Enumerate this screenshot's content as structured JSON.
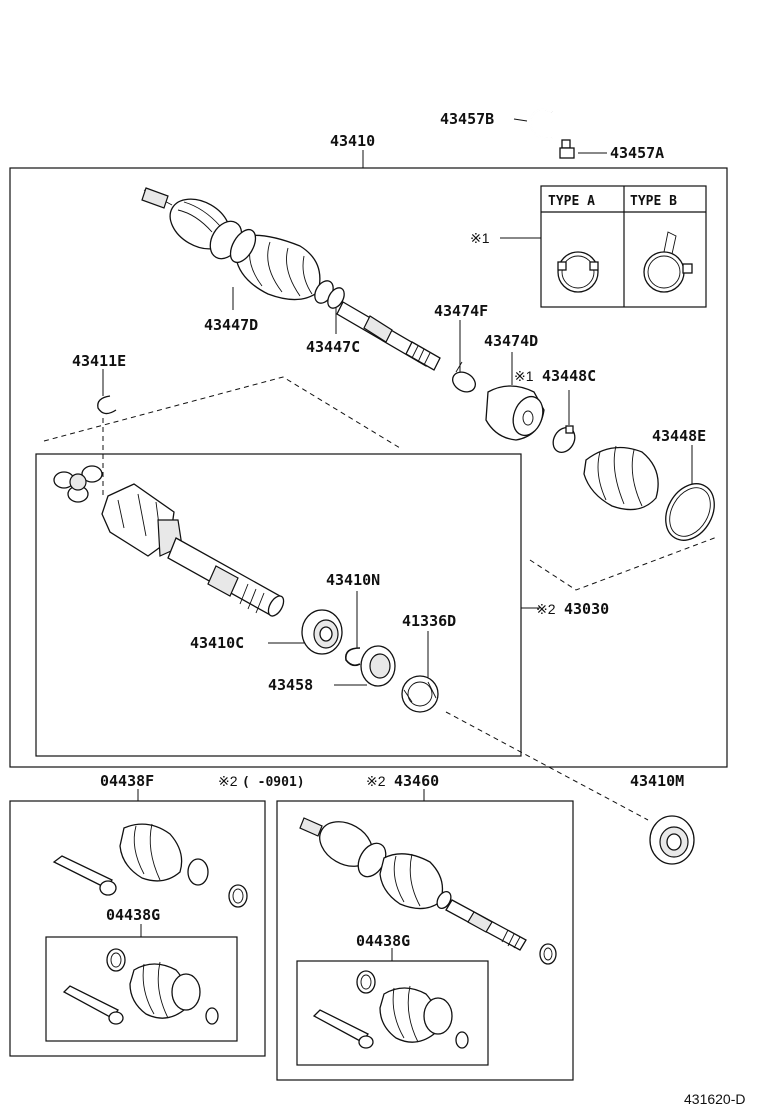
{
  "labels": {
    "p43457B": "43457B",
    "p43457A": "43457A",
    "p43410": "43410",
    "p43447D": "43447D",
    "p43447C": "43447C",
    "p43474F": "43474F",
    "p43474D": "43474D",
    "p43448C": "43448C",
    "p43448E": "43448E",
    "p43411E": "43411E",
    "p43410N": "43410N",
    "p41336D": "41336D",
    "p43030": "43030",
    "p43410C": "43410C",
    "p43458": "43458",
    "p43410M": "43410M",
    "p04438F": "04438F",
    "p04438G_left": "04438G",
    "p04438G_right": "04438G",
    "p43460": "43460",
    "note_x1": "※1",
    "note_x1_b": "※1",
    "note_x2_a": "※2",
    "note_x2_b": "※2",
    "note_x2_c": "※2",
    "note_x2_range": "( -0901)",
    "type_a": "TYPE A",
    "type_b": "TYPE B",
    "figure_code": "431620-D"
  }
}
